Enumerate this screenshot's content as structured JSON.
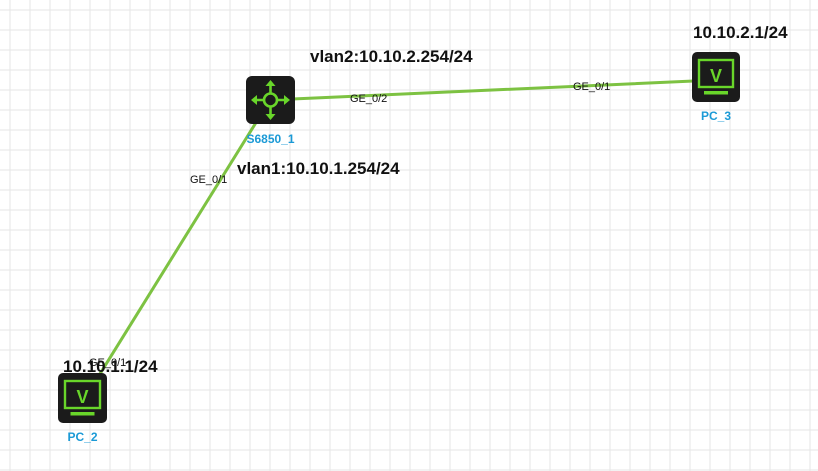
{
  "colors": {
    "grid": "#e6e6e6",
    "link": "#7dc242",
    "device_bg": "#1b1b1b",
    "device_accent": "#69d62a",
    "node_label": "#1b9ad6"
  },
  "nodes": [
    {
      "id": "s6850_1",
      "label": "S6850_1",
      "icon": "router-icon"
    },
    {
      "id": "pc_3",
      "label": "PC_3",
      "icon": "pc-monitor-icon"
    },
    {
      "id": "pc_2",
      "label": "PC_2",
      "icon": "pc-monitor-icon"
    }
  ],
  "links": [
    {
      "id": "link-s6850-pc3",
      "from": "s6850_1",
      "to": "pc_3",
      "from_port": "GE_0/2",
      "to_port": "GE_0/1"
    },
    {
      "id": "link-s6850-pc2",
      "from": "s6850_1",
      "to": "pc_2",
      "from_port": "GE_0/1",
      "to_port": "GE_0/1"
    }
  ],
  "annotations": {
    "vlan2": "vlan2:10.10.2.254/24",
    "vlan1": "vlan1:10.10.1.254/24",
    "pc3_ip": "10.10.2.1/24",
    "pc2_ip": "10.10.1.1/24"
  }
}
